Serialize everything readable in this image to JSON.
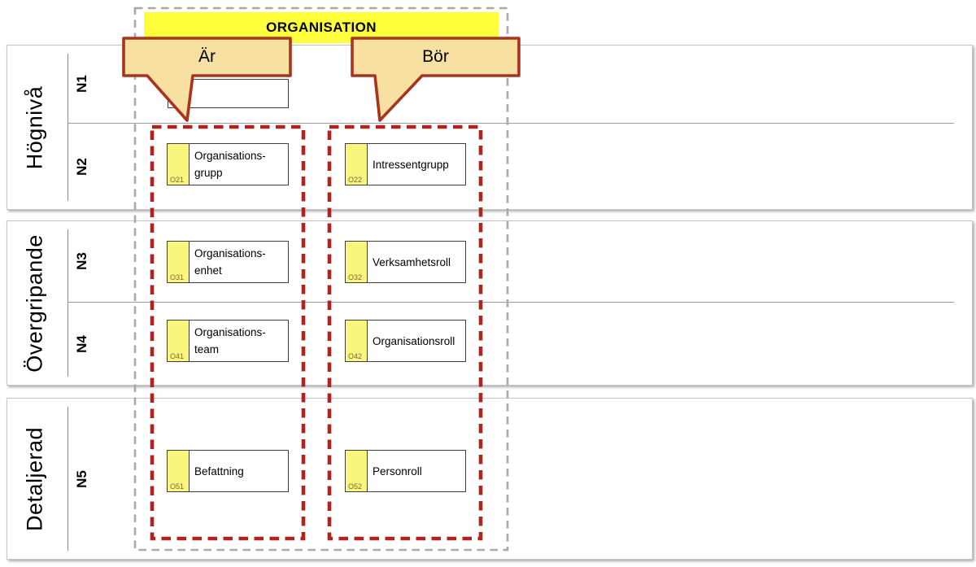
{
  "banner": {
    "label": "ORGANISATION"
  },
  "callouts": {
    "ar": {
      "label": "Är"
    },
    "bor": {
      "label": "Bör"
    }
  },
  "bands": [
    {
      "label": "Högnivå",
      "rows": [
        "N1",
        "N2"
      ]
    },
    {
      "label": "Övergripande",
      "rows": [
        "N3",
        "N4"
      ]
    },
    {
      "label": "Detaljerad",
      "rows": [
        "N5"
      ]
    }
  ],
  "boxes": [
    {
      "code": "O21",
      "lines": [
        "Organisations-",
        "grupp"
      ]
    },
    {
      "code": "O22",
      "lines": [
        "Intressentgrupp"
      ]
    },
    {
      "code": "O31",
      "lines": [
        "Organisations-",
        "enhet"
      ]
    },
    {
      "code": "O32",
      "lines": [
        "Verksamhetsroll"
      ]
    },
    {
      "code": "O41",
      "lines": [
        "Organisations-",
        "team"
      ]
    },
    {
      "code": "O42",
      "lines": [
        "Organisationsroll"
      ]
    },
    {
      "code": "O51",
      "lines": [
        "Befattning"
      ]
    },
    {
      "code": "O52",
      "lines": [
        "Personroll"
      ]
    }
  ],
  "colors": {
    "banner_bg": "#FFFF3B",
    "callout_fill": "#F8DFA2",
    "callout_border": "#A9331F",
    "red_dash": "#B02420",
    "gray_dash": "#A9A9A9",
    "tab_bg": "#FAF57D"
  }
}
